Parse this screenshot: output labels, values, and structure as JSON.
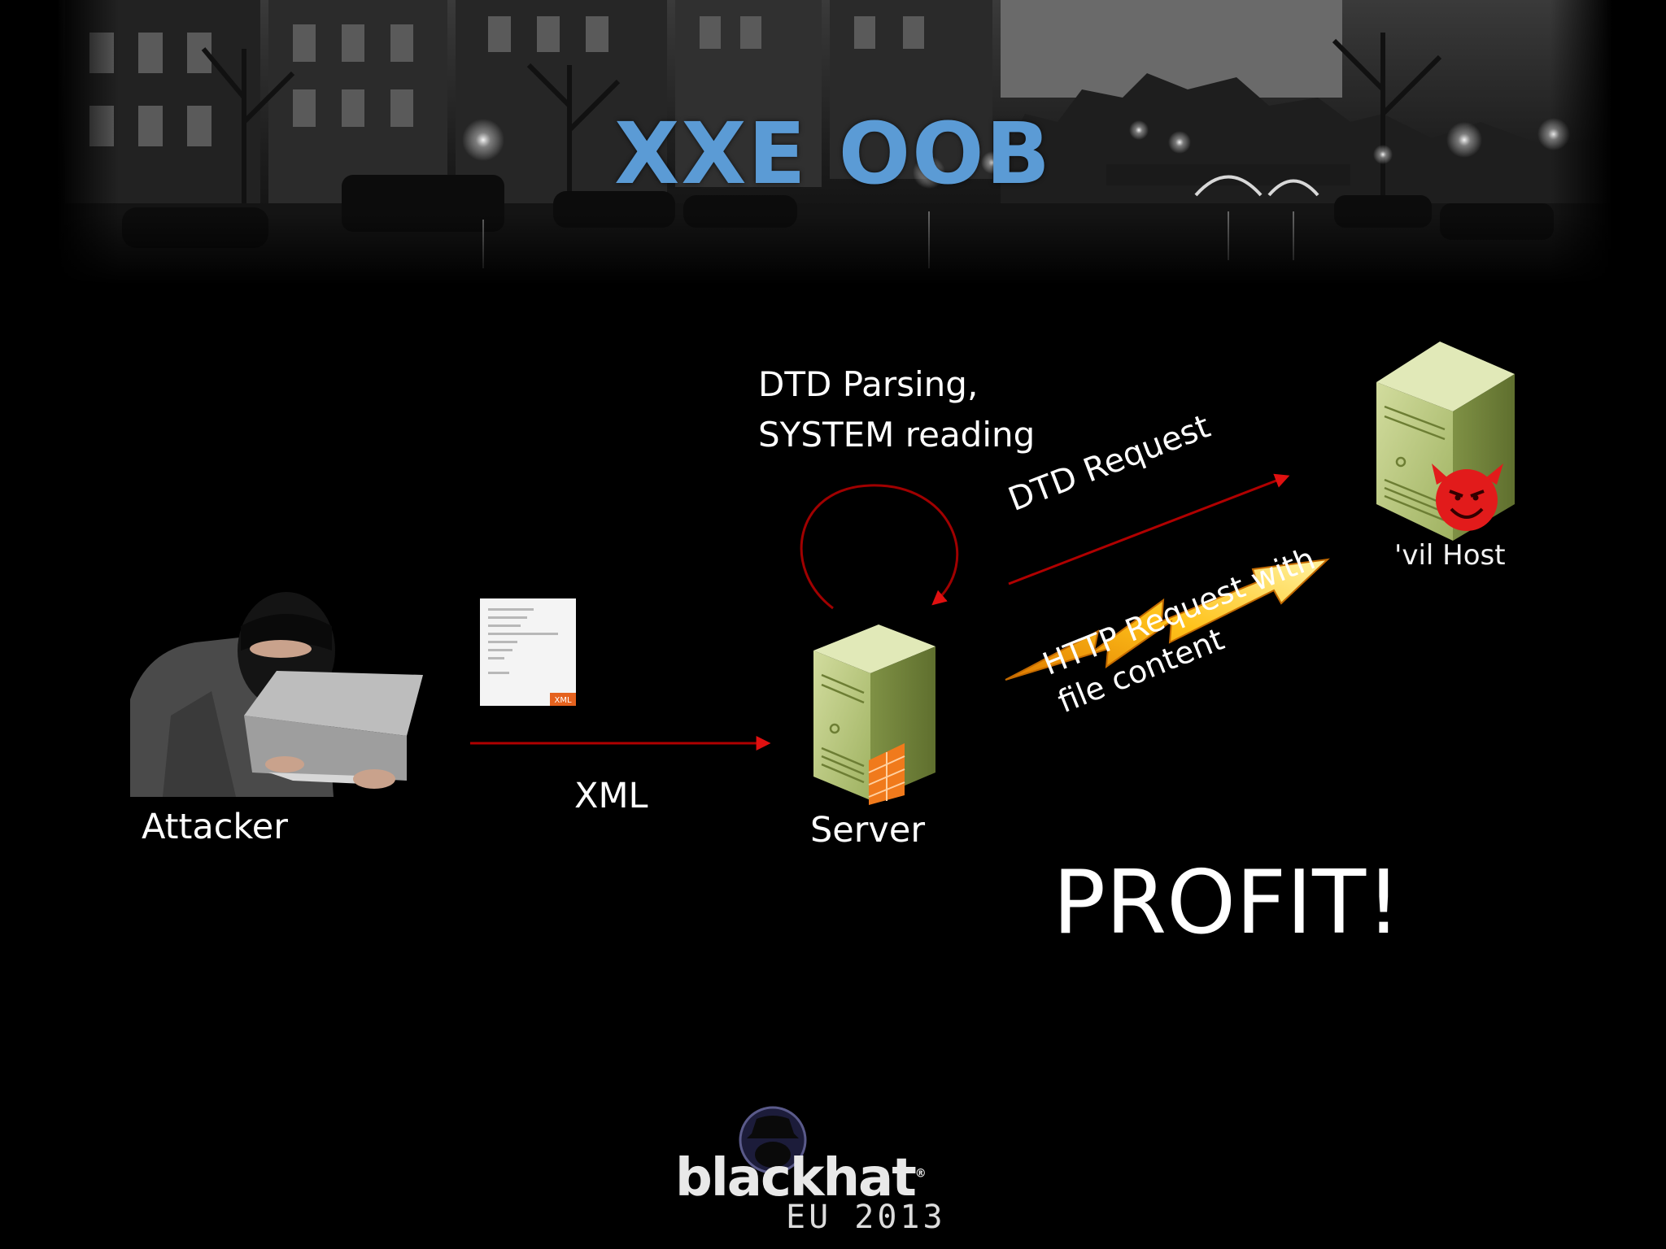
{
  "slide": {
    "title": "XXE OOB"
  },
  "diagram": {
    "nodes": {
      "attacker": "Attacker",
      "server": "Server",
      "evil_host": "'vil Host"
    },
    "edges": {
      "xml": "XML",
      "dtd_request": "DTD Request",
      "http_request": "HTTP Request with file content"
    },
    "annotations": {
      "dtd_parsing": "DTD Parsing, SYSTEM reading",
      "profit": "PROFIT!"
    },
    "xml_doc_badge": "XML"
  },
  "footer": {
    "brand": "blackhat",
    "edition": "EU 2013"
  },
  "colors": {
    "title": "#5b9bd5",
    "arrow": "#c00000",
    "server_green": "#b7c97a",
    "bolt": "#f5b800",
    "devil": "#e21b1b"
  },
  "icons": {
    "attacker": "hooded-hacker-icon",
    "document": "xml-document-icon",
    "server": "server-tower-icon",
    "evil_host": "server-with-devil-icon",
    "bolt": "lightning-bolt-icon",
    "logo": "spy-hat-logo"
  }
}
